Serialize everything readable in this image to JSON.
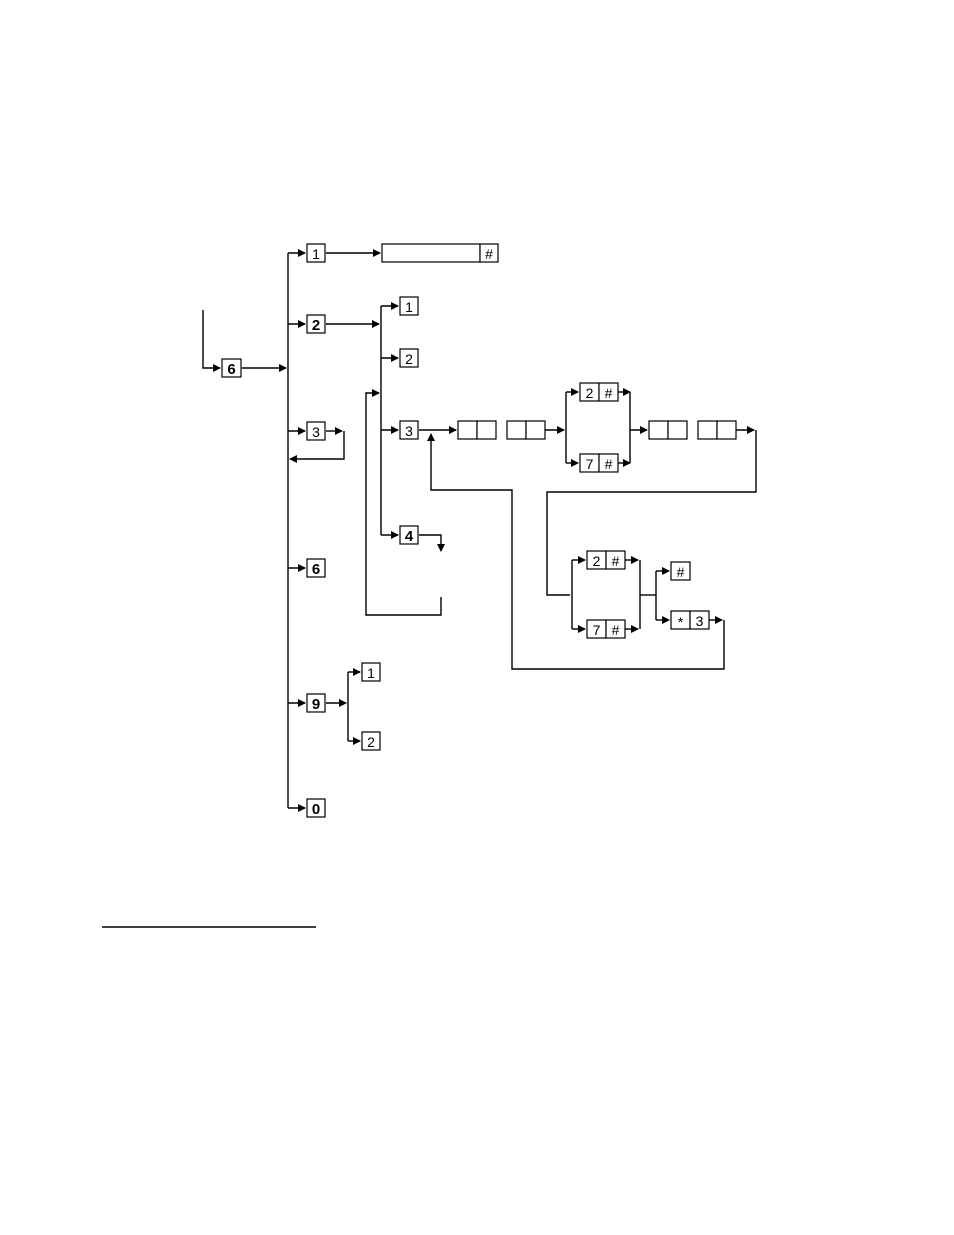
{
  "diagram": {
    "root_key": "6",
    "main_branches": [
      "1",
      "2",
      "3",
      "6",
      "9",
      "0"
    ],
    "branch1_entry": {
      "field": "",
      "terminator": "#"
    },
    "branch2_sub": [
      "1",
      "2",
      "3",
      "4"
    ],
    "branch2_3_sequence": {
      "option_a": [
        "2",
        "#"
      ],
      "option_b": [
        "7",
        "#"
      ],
      "option_c": [
        "2",
        "#"
      ],
      "option_d": [
        "7",
        "#"
      ],
      "end_hash": "#",
      "star_three": [
        "*",
        "3"
      ]
    },
    "branch9_sub": [
      "1",
      "2"
    ]
  }
}
